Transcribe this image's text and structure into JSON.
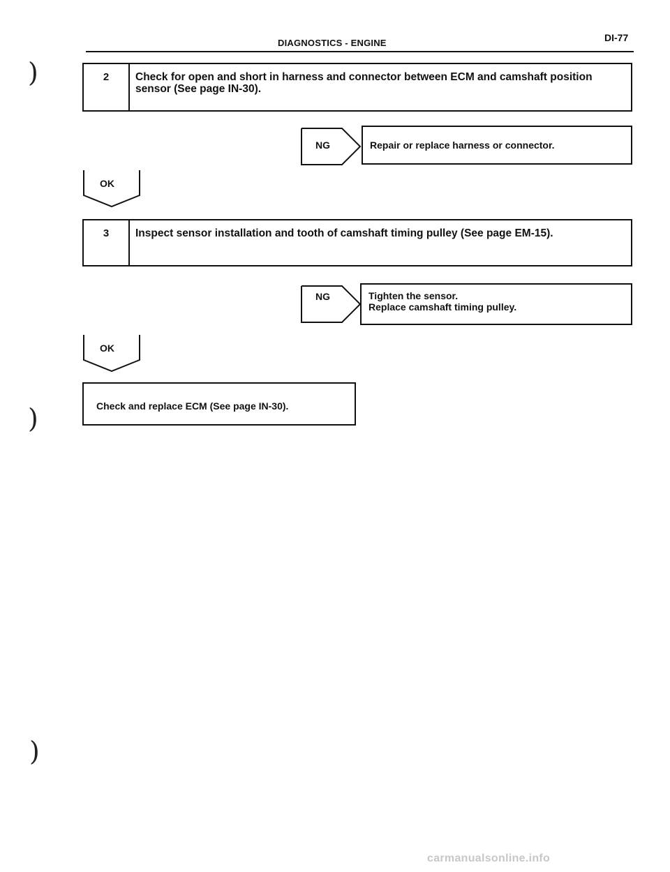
{
  "header": {
    "section_title": "DIAGNOSTICS  -  ENGINE",
    "page_number": "DI-77"
  },
  "steps": [
    {
      "number": "2",
      "text": "Check for open and short in harness and connector between ECM and camshaft position sensor (See page IN-30).",
      "ng_label": "NG",
      "ng_action": [
        "Repair or replace harness or connector."
      ],
      "ok_label": "OK"
    },
    {
      "number": "3",
      "text": "Inspect sensor installation and tooth of camshaft timing pulley (See page EM-15).",
      "ng_label": "NG",
      "ng_action": [
        "Tighten the sensor.",
        "Replace camshaft timing pulley."
      ],
      "ok_label": "OK"
    }
  ],
  "final_step": {
    "text": "Check and replace ECM (See page IN-30)."
  },
  "watermark": "carmanualsonline.info",
  "colors": {
    "ink": "#111111",
    "paper": "#ffffff",
    "watermark": "#c7c7c7"
  }
}
